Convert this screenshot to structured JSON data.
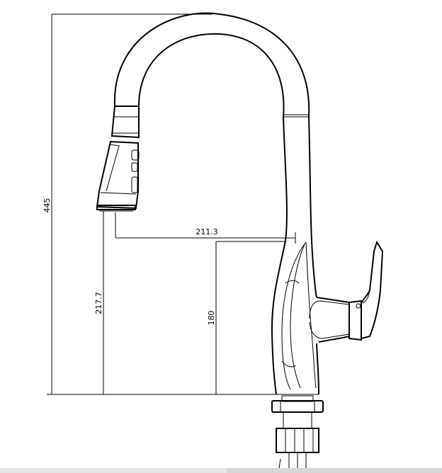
{
  "dimensions": {
    "total_height": "445",
    "spout_height": "217.7",
    "body_height": "180",
    "spout_reach": "211.3"
  }
}
